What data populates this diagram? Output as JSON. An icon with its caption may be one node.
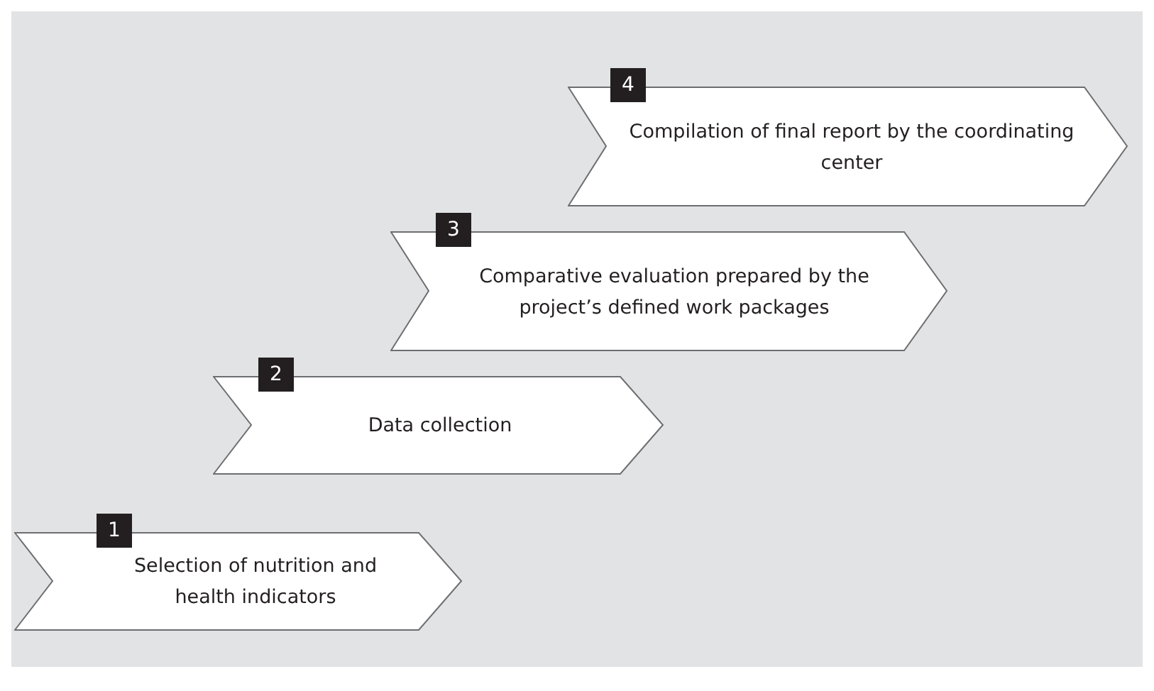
{
  "diagram": {
    "nodes": [
      {
        "text": [
          "1",
          "Selection of nutrition and health indicators"
        ]
      },
      {
        "text": [
          "2",
          "Data collection"
        ]
      },
      {
        "text": [
          "3",
          "Comparative evaluation prepared by the project’s defined work packages"
        ]
      },
      {
        "text": [
          "4",
          "Compilation of final report by the coordinating center"
        ]
      }
    ]
  }
}
